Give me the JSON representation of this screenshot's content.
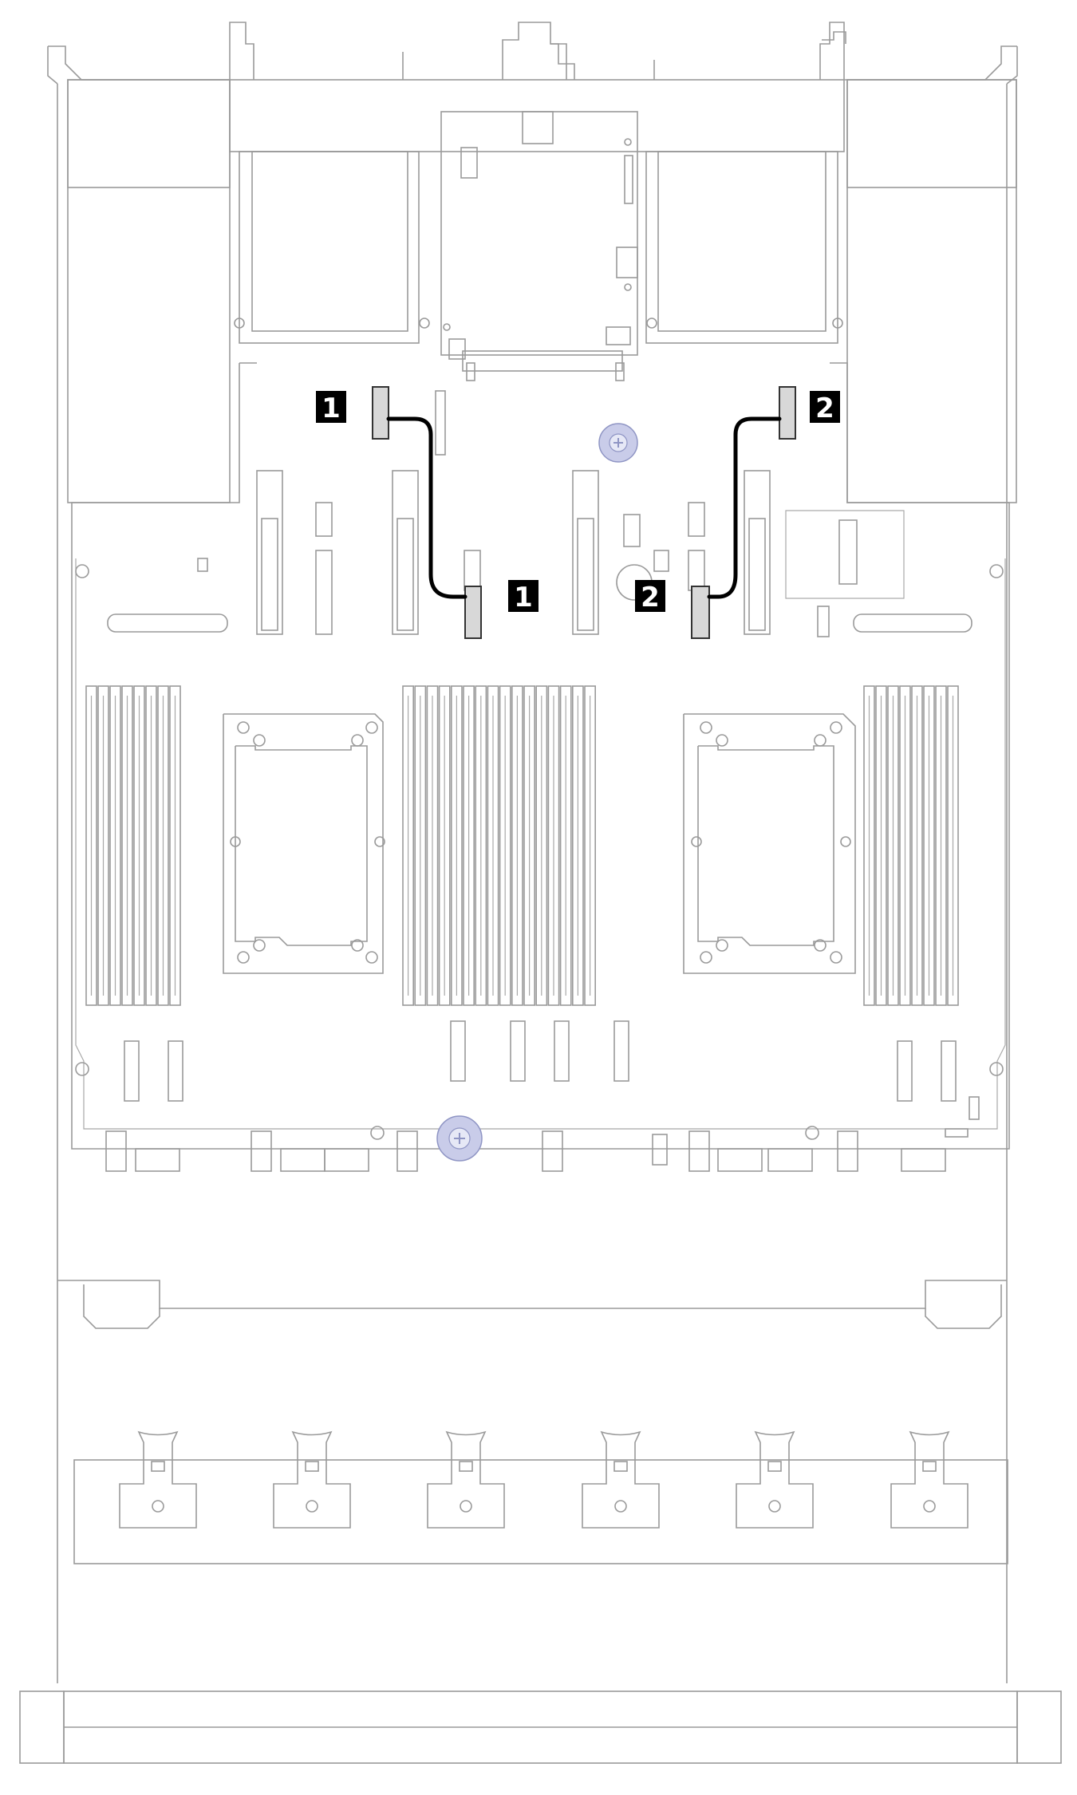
{
  "callouts": [
    {
      "id": "1",
      "label": "1"
    },
    {
      "id": "2",
      "label": "2"
    }
  ],
  "colors": {
    "outline": "#9a9a9a",
    "cable": "#000000",
    "connector_fill": "#d8d8d8",
    "callout_bg": "#000000",
    "callout_text": "#ffffff",
    "screw": "#c9cce9"
  }
}
